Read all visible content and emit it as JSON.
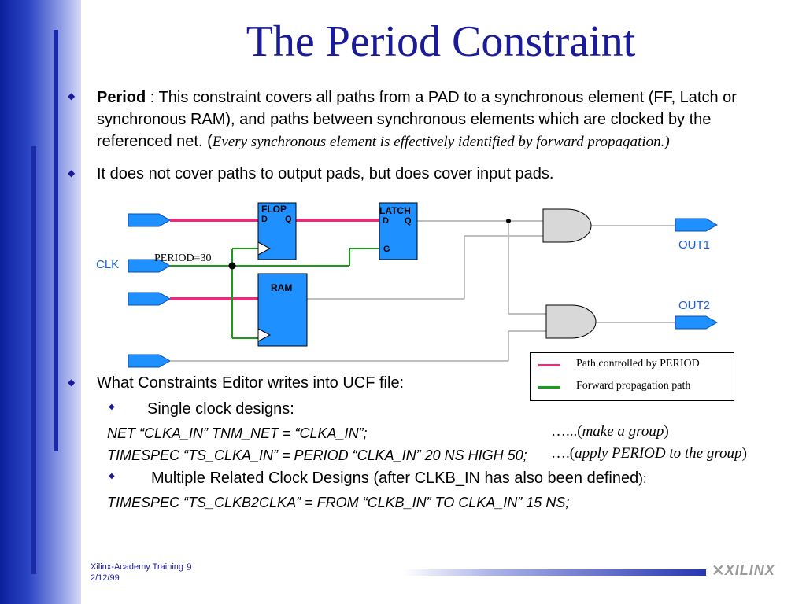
{
  "slide": {
    "title": "The Period Constraint",
    "bullet1": {
      "term": "Period",
      "line1_rest": " : This constraint covers all paths from a PAD to a synchronous element (FF, Latch or",
      "line2": "synchronous RAM), and paths between synchronous elements which are clocked by the",
      "line3_start": "referenced net. (",
      "line3_italic": "Every synchronous element is effectively identified by forward propagation.)"
    },
    "bullet2": "It does not cover paths to output pads, but does cover input pads.",
    "bullet3": "What Constraints Editor writes into UCF file:",
    "sub1": "Single clock designs:",
    "code1": "NET “CLKA_IN” TNM_NET = “CLKA_IN”;",
    "note1_pre": "…...(",
    "note1_it": "make a group",
    "note1_post": ")",
    "code2": "TIMESPEC “TS_CLKA_IN” = PERIOD “CLKA_IN” 20 NS HIGH 50;",
    "note2_pre": "….(",
    "note2_it": "apply PERIOD  to the group",
    "note2_post": ")",
    "sub2_main": "Multiple Related Clock Designs (after CLKB_IN has also been defined",
    "sub2_end": "):",
    "code3": "TIMESPEC “TS_CLKB2CLKA” = FROM “CLKB_IN” TO CLKA_IN” 15 NS;"
  },
  "diagram": {
    "clk_label": "CLK",
    "period_label": "PERIOD=30",
    "flop": {
      "name": "FLOP",
      "d": "D",
      "q": "Q"
    },
    "latch": {
      "name": "LATCH",
      "d": "D",
      "q": "Q",
      "g": "G"
    },
    "ram": {
      "name": "RAM"
    },
    "out1": "OUT1",
    "out2": "OUT2",
    "legend": [
      {
        "label": "Path controlled by PERIOD",
        "color": "#e0307a"
      },
      {
        "label": "Forward propagation path",
        "color": "#1a9c1a"
      }
    ]
  },
  "footer": {
    "org": "Xilinx-Academy Training",
    "page": "9",
    "date": "2/12/99",
    "logo": "XILINX"
  },
  "colors": {
    "title": "#1b1b9a",
    "sidebar": "#0c1f9c",
    "block": "#1e90ff",
    "period_path": "#e0307a",
    "propagation_path": "#1a9c1a"
  }
}
